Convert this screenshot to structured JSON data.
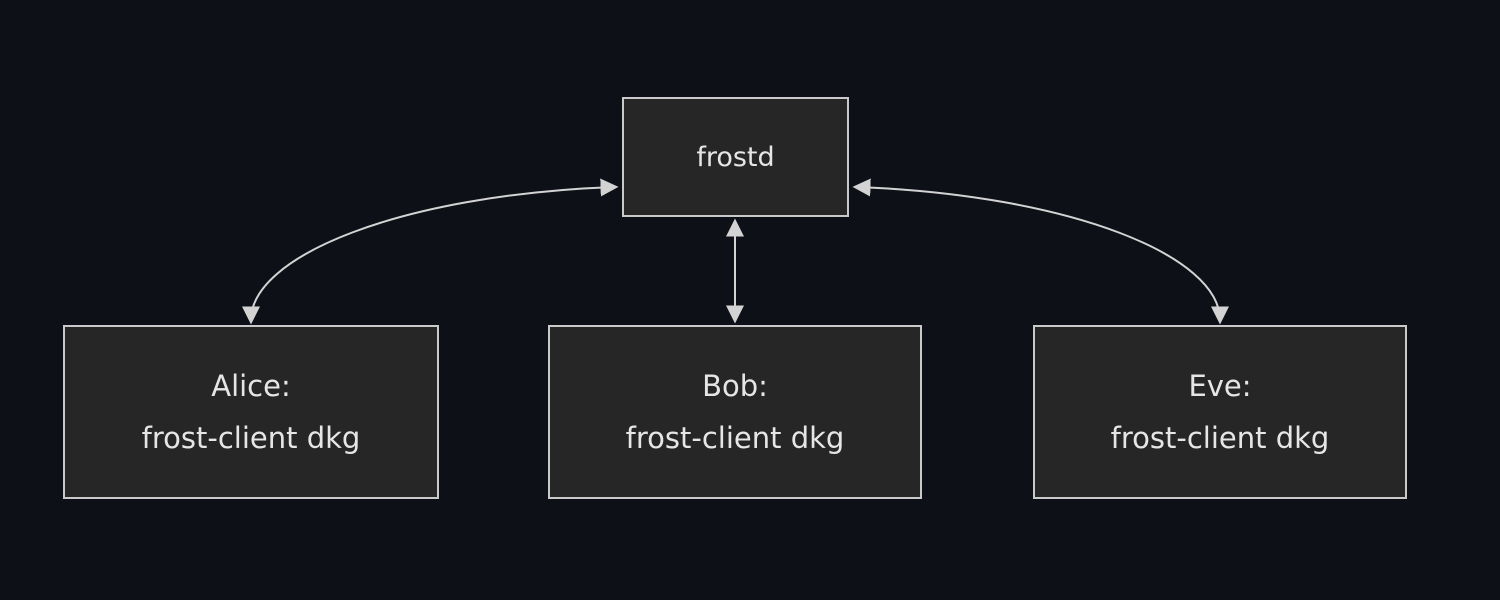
{
  "diagram": {
    "type": "flowchart",
    "colors": {
      "background": "#0d1117",
      "node_fill": "#262626",
      "node_border": "#c9c9c9",
      "text_color": "#e6e6e6",
      "arrow_color": "#d3d3d3"
    },
    "nodes": {
      "frostd": {
        "label": "frostd"
      },
      "alice": {
        "title": "Alice:",
        "subtitle": "frost-client dkg"
      },
      "bob": {
        "title": "Bob:",
        "subtitle": "frost-client dkg"
      },
      "eve": {
        "title": "Eve:",
        "subtitle": "frost-client dkg"
      }
    },
    "edges": [
      {
        "from": "alice",
        "to": "frostd",
        "bidirectional": true
      },
      {
        "from": "bob",
        "to": "frostd",
        "bidirectional": true
      },
      {
        "from": "eve",
        "to": "frostd",
        "bidirectional": true
      }
    ]
  }
}
